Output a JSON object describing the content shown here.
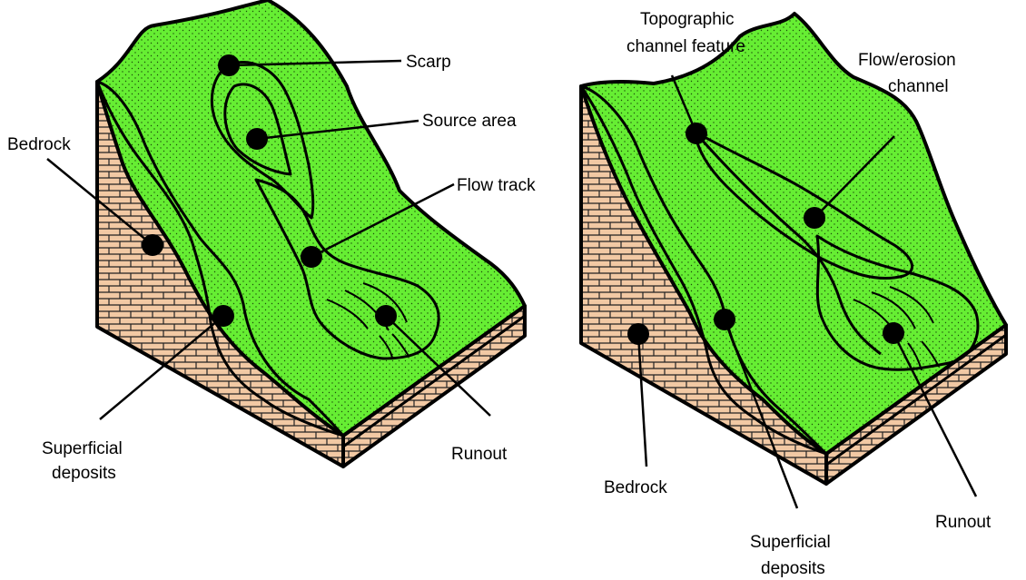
{
  "colors": {
    "ground": "#66ee33",
    "bedrock": "#f2c9a4",
    "deposits": "#f0a828",
    "source_area": "#c79191",
    "flow_deposit": "#ec9458",
    "erosion_channel": "#7a1f1f"
  },
  "diagrams": [
    {
      "labels": {
        "scarp": "Scarp",
        "source_area": "Source area",
        "flow_track": "Flow track",
        "bedrock": "Bedrock",
        "superficial_line1": "Superficial",
        "superficial_line2": "deposits",
        "runout": "Runout"
      }
    },
    {
      "labels": {
        "topographic_line1": "Topographic",
        "topographic_line2": "channel feature",
        "flow_erosion_line1": "Flow/erosion",
        "flow_erosion_line2": "channel",
        "bedrock": "Bedrock",
        "superficial_line1": "Superficial",
        "superficial_line2": "deposits",
        "runout": "Runout"
      }
    }
  ]
}
